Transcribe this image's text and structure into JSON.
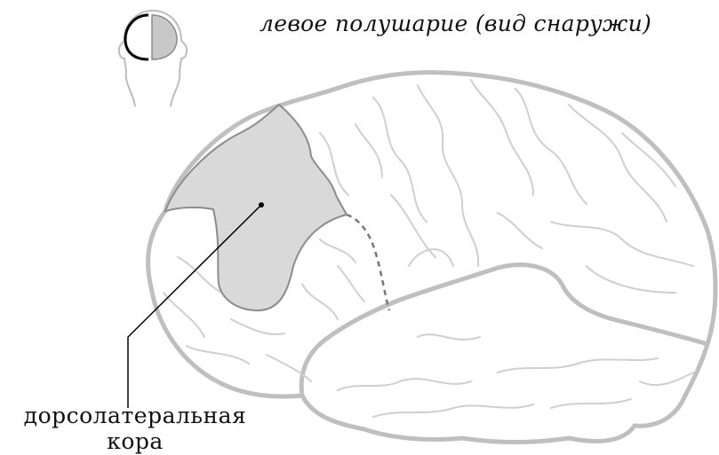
{
  "figure": {
    "title": "левое полушарие (вид снаружи)",
    "region_label": {
      "line1": "дорсолатеральная",
      "line2": "кора"
    }
  },
  "colors": {
    "outline": "#bfbfbf",
    "highlight_fill": "#d9d9d9",
    "highlight_stroke": "#8c8c8c",
    "frontal_fill": "#f5f5f5",
    "leader_line": "#000000",
    "head_hemisphere_left": "#ffffff",
    "head_hemisphere_right": "#c8c8c8"
  },
  "icons": {
    "orientation": "head-top-view-icon"
  }
}
